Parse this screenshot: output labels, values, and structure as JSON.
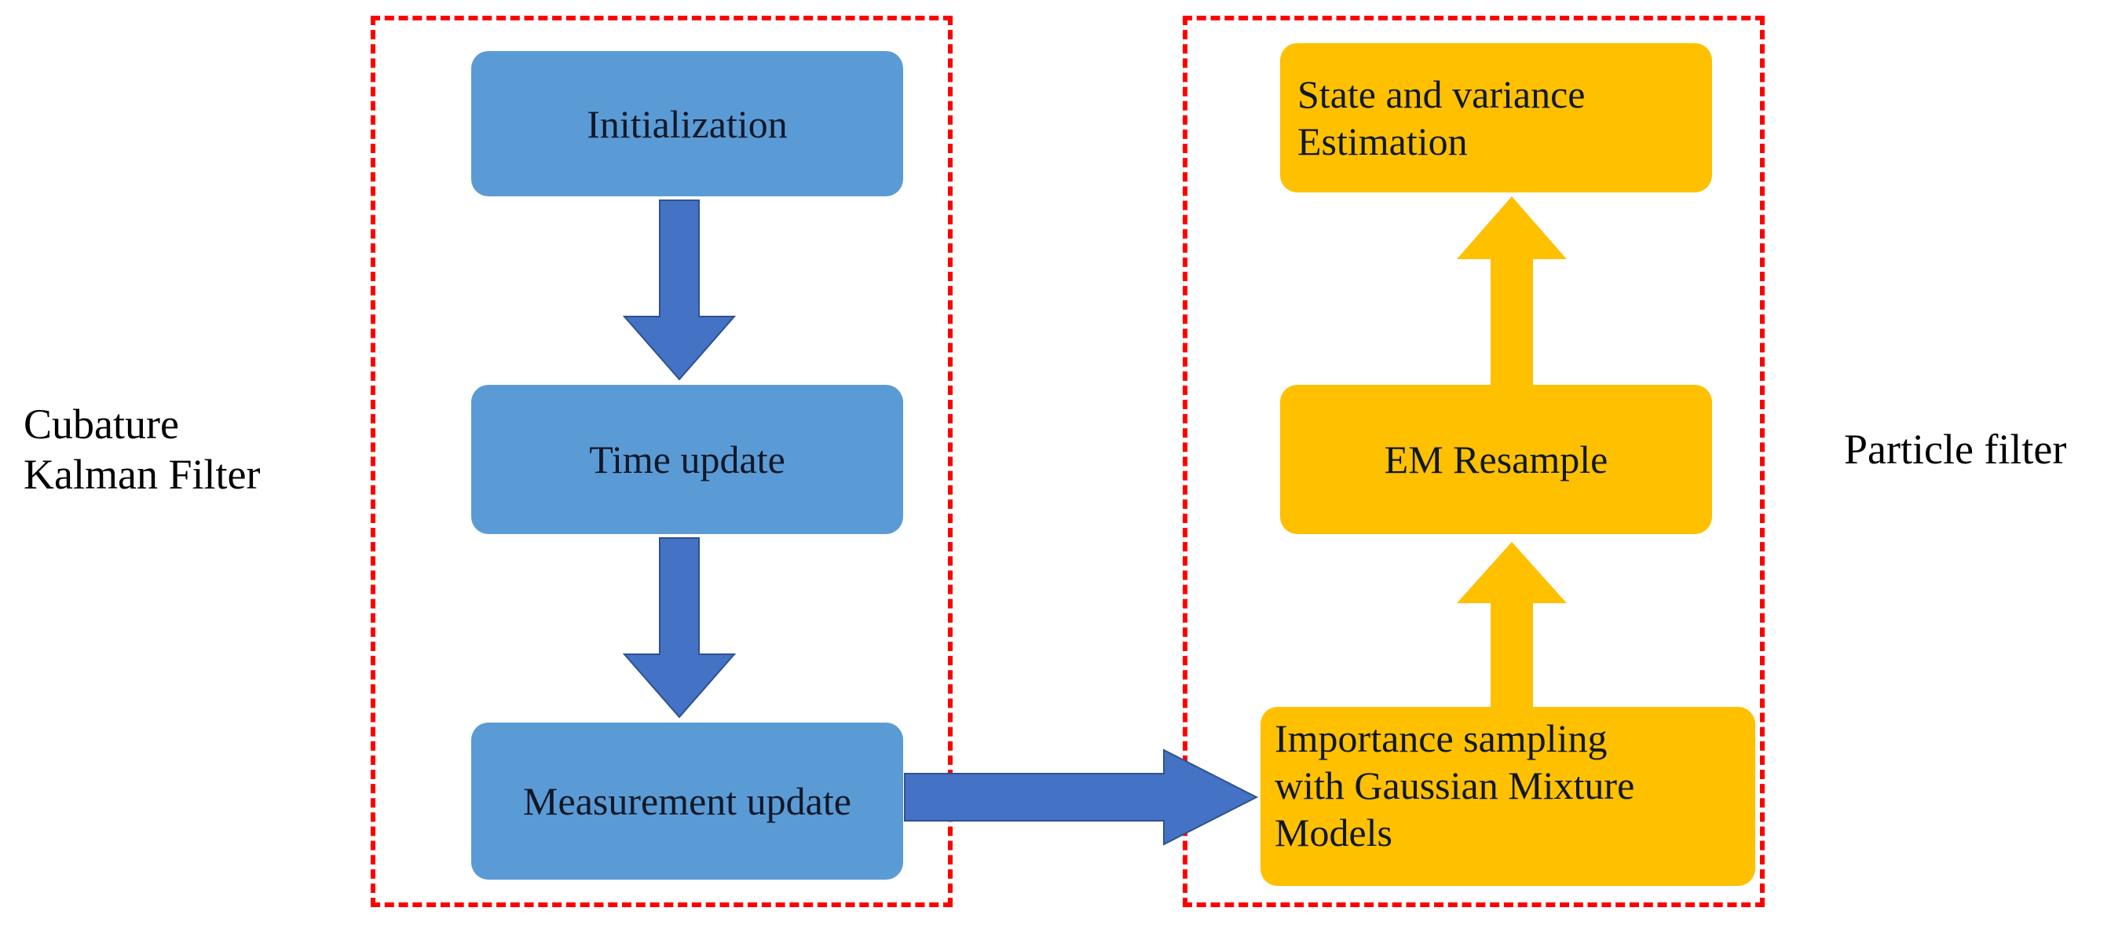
{
  "diagram": {
    "title": "Cubature Kalman Filter and Particle Filter pipeline",
    "background_color": "#FFFFFF",
    "colors": {
      "blue_node": "#5B9BD5",
      "blue_arrow": "#4472C4",
      "orange_node": "#FFC000",
      "orange_arrow": "#FFC000",
      "group_border": "#FF0000",
      "text": "#000000"
    }
  },
  "groups": [
    {
      "id": "ckf",
      "label": "Cubature\nKalman Filter",
      "border_style": "dashed",
      "border_color": "#FF0000",
      "label_position": "left"
    },
    {
      "id": "pf",
      "label": "Particle filter",
      "border_style": "dashed",
      "border_color": "#FF0000",
      "label_position": "right"
    }
  ],
  "nodes": [
    {
      "id": "init",
      "label": "Initialization",
      "group": "ckf",
      "fill": "#5B9BD5",
      "align": "center"
    },
    {
      "id": "time",
      "label": "Time update",
      "group": "ckf",
      "fill": "#5B9BD5",
      "align": "center"
    },
    {
      "id": "measurement",
      "label": "Measurement update",
      "group": "ckf",
      "fill": "#5B9BD5",
      "align": "center"
    },
    {
      "id": "estimation",
      "label": "State and variance\nEstimation",
      "group": "pf",
      "fill": "#FFC000",
      "align": "left"
    },
    {
      "id": "em",
      "label": "EM Resample",
      "group": "pf",
      "fill": "#FFC000",
      "align": "center"
    },
    {
      "id": "importance",
      "label": "Importance sampling\nwith Gaussian Mixture\nModels",
      "group": "pf",
      "fill": "#FFC000",
      "align": "left"
    }
  ],
  "arrows": [
    {
      "id": "init-time",
      "from": "init",
      "to": "time",
      "direction": "down",
      "color": "#4472C4"
    },
    {
      "id": "time-meas",
      "from": "time",
      "to": "measurement",
      "direction": "down",
      "color": "#4472C4"
    },
    {
      "id": "handoff",
      "from": "measurement",
      "to": "importance",
      "direction": "right",
      "color": "#4472C4"
    },
    {
      "id": "imp-em",
      "from": "importance",
      "to": "em",
      "direction": "up",
      "color": "#FFC000"
    },
    {
      "id": "em-est",
      "from": "em",
      "to": "estimation",
      "direction": "up",
      "color": "#FFC000"
    }
  ]
}
